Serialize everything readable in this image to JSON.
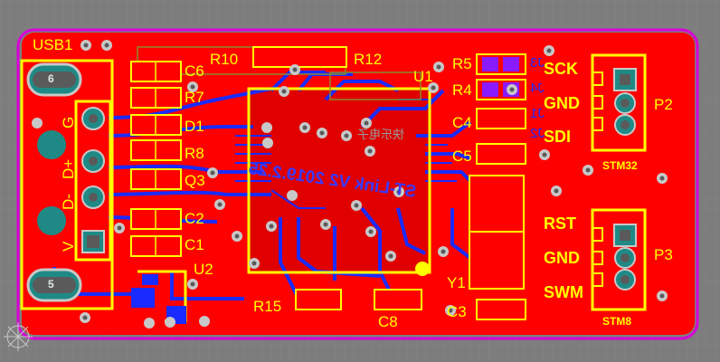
{
  "board": {
    "colors": {
      "background": "#7d7d7d",
      "grid": "#8c8c8c",
      "outline": "#d800d8",
      "copper_top": "#ff0000",
      "copper_bottom": "#1a2bff",
      "silkscreen": "#ffff00",
      "via_ring": "#c8c8c8",
      "pad_teal": "#1f8a85"
    }
  },
  "designators": {
    "usb": "USB1",
    "c6": "C6",
    "r7": "R7",
    "d1": "D1",
    "r8": "R8",
    "q3": "Q3",
    "c2": "C2",
    "c1": "C1",
    "u2": "U2",
    "r10": "R10",
    "r12": "R12",
    "u1": "U1",
    "r5": "R5",
    "r4": "R4",
    "c4": "C4",
    "c5": "C5",
    "y1": "Y1",
    "c3": "C3",
    "c8": "C8",
    "r15": "R15",
    "p2": "P2",
    "p3": "P3"
  },
  "usb_pins": {
    "g": "G",
    "dminus": "D-",
    "dplus": "D+",
    "v": "V",
    "shield_top": "6",
    "shield_bottom": "5"
  },
  "header_p2": {
    "label": "STM32",
    "pins": [
      "SCK",
      "GND",
      "SDI"
    ]
  },
  "header_p3": {
    "label": "STM8",
    "pins": [
      "RST",
      "GND",
      "SWM"
    ]
  },
  "bottom_text": "ST-Link V2 2019.2.25",
  "bottom_text_2": "ST-Link",
  "bottom_text_cn": "快乐电子",
  "mirrored_refs": [
    "J3",
    "J4",
    "J1",
    "J2"
  ]
}
